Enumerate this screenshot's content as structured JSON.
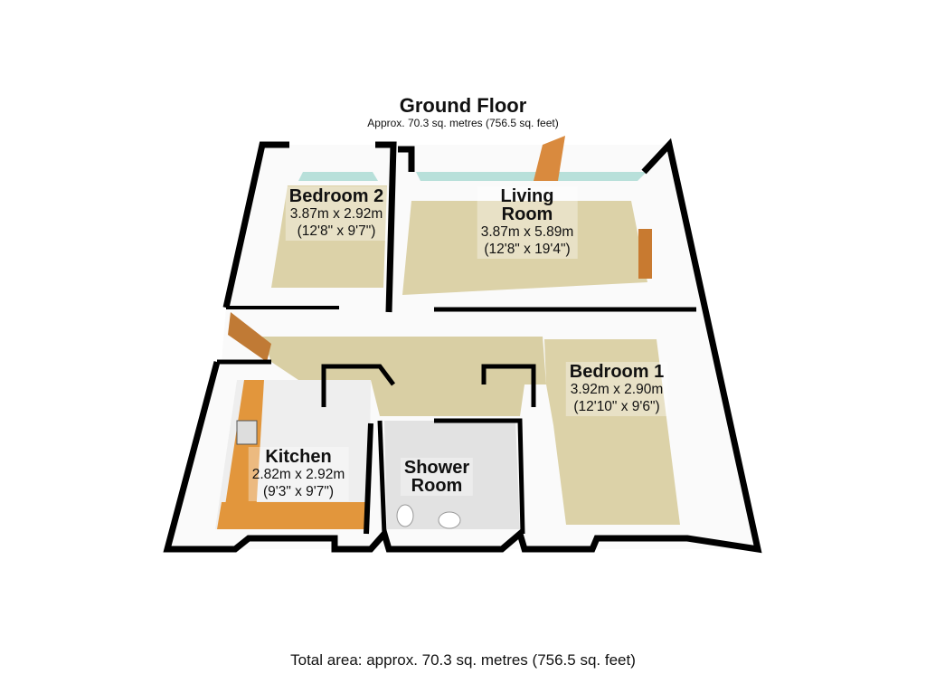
{
  "header": {
    "title": "Ground Floor",
    "subtitle": "Approx. 70.3 sq. metres (756.5 sq. feet)"
  },
  "rooms": [
    {
      "name": "Bedroom 2",
      "metric": "3.87m x 2.92m",
      "imperial": "(12'8\" x 9'7\")"
    },
    {
      "name_line1": "Living",
      "name_line2": "Room",
      "metric": "3.87m x 5.89m",
      "imperial": "(12'8\" x 19'4\")"
    },
    {
      "name": "Bedroom 1",
      "metric": "3.92m x 2.90m",
      "imperial": "(12'10\" x 9'6\")"
    },
    {
      "name": "Kitchen",
      "metric": "2.82m x 2.92m",
      "imperial": "(9'3\" x 9'7\")"
    },
    {
      "name_line1": "Shower",
      "name_line2": "Room"
    }
  ],
  "footer": {
    "total": "Total area: approx. 70.3 sq. metres (756.5 sq. feet)"
  },
  "colors": {
    "carpet": "#d9cfa4",
    "wall": "#000000",
    "kitchen_units": "#e2963c",
    "tile": "#e4e4e4",
    "window": "#a8d8d0"
  }
}
